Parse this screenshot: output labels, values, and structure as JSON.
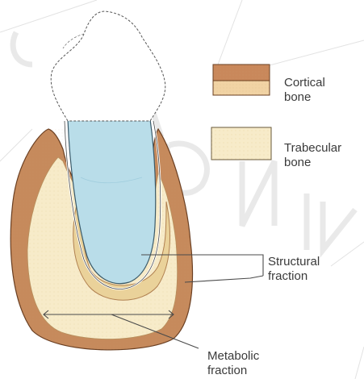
{
  "diagram": {
    "legend": [
      {
        "key": "cortical",
        "lines": [
          "Cortical",
          "bone"
        ],
        "fill_top": "#c9885b",
        "fill_bottom": "#f1d3a4"
      },
      {
        "key": "trabecular",
        "lines": [
          "Trabecular",
          "bone"
        ],
        "fill": "#f7ebc9"
      }
    ],
    "callouts": {
      "structural": [
        "Structural",
        "fraction"
      ],
      "metabolic": [
        "Metabolic",
        "fraction"
      ]
    },
    "colors": {
      "cortical": "#c68a5c",
      "cortical_edge": "#6a3f22",
      "trabecular": "#f7ebc9",
      "inner_cortical": "#ead29a",
      "root": "#b9dde9",
      "crown": "#ffffff",
      "watermark": "#d8d8d8"
    }
  }
}
